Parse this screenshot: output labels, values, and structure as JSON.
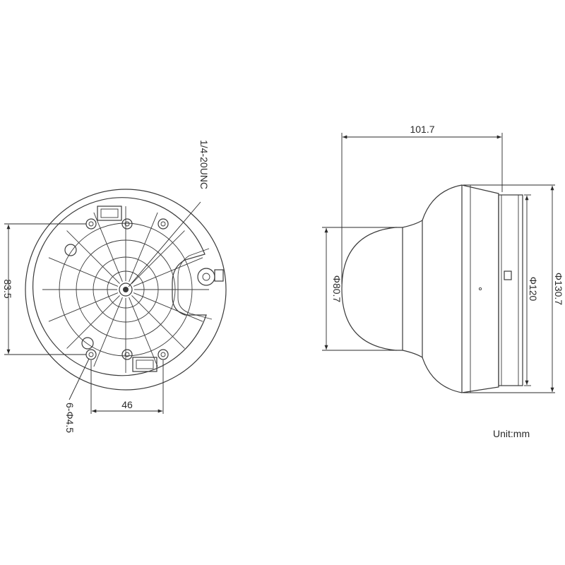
{
  "front_view": {
    "thread_label": "1/4-20UNC",
    "height_dim": "83.5",
    "width_dim": "46",
    "holes_label": "6-Φ4.5"
  },
  "side_view": {
    "depth_dim": "101.7",
    "dome_dia": "Φ80.7",
    "base_dia": "Φ120",
    "outer_dia": "Φ130.7"
  },
  "unit_label": "Unit:mm"
}
